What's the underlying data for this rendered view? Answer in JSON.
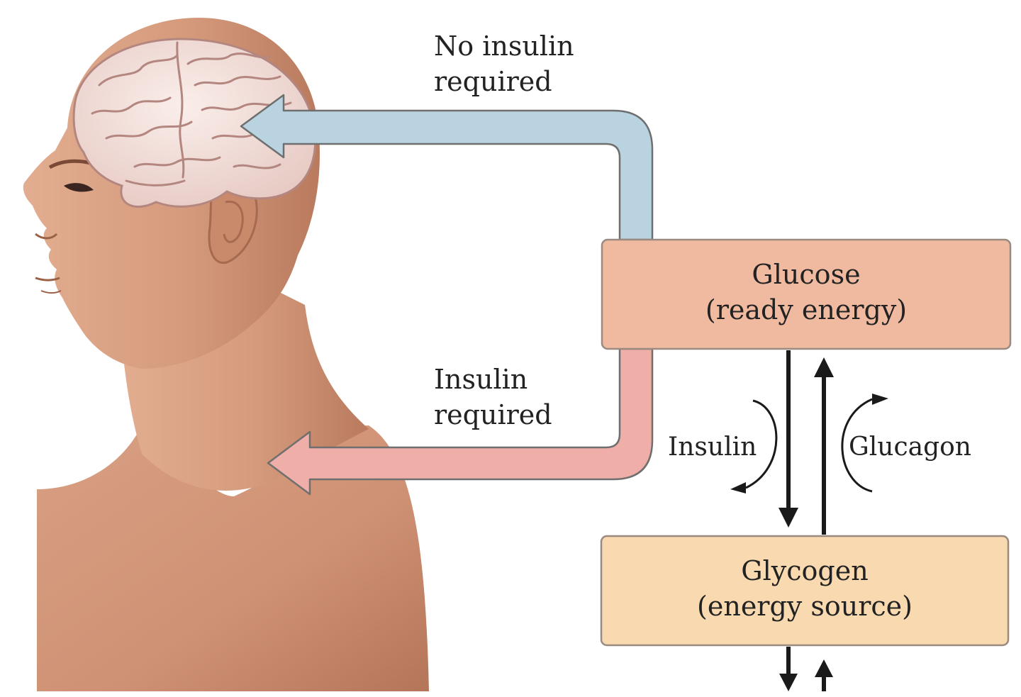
{
  "labels": {
    "no_insulin_line1": "No insulin",
    "no_insulin_line2": "required",
    "insulin_line1": "Insulin",
    "insulin_line2": "required",
    "insulin_hormone": "Insulin",
    "glucagon_hormone": "Glucagon"
  },
  "boxes": {
    "glucose_line1": "Glucose",
    "glucose_line2": "(ready energy)",
    "glycogen_line1": "Glycogen",
    "glycogen_line2": "(energy source)"
  },
  "colors": {
    "glucose_box": "#efbaa0",
    "glycogen_box": "#f8d9b0",
    "box_border": "#9a8a80",
    "brain_arrow": "#b9d4e0",
    "body_arrow": "#efaea8",
    "arrow_outline": "#6f6f6f",
    "skin": "#d59a7c",
    "skin_dark": "#b9785c",
    "brain": "#f1ddd8",
    "brain_lines": "#b48680",
    "line": "#1a1a1a"
  },
  "icons": {
    "figure": "human-head-torso-profile-icon",
    "brain": "brain-icon"
  }
}
